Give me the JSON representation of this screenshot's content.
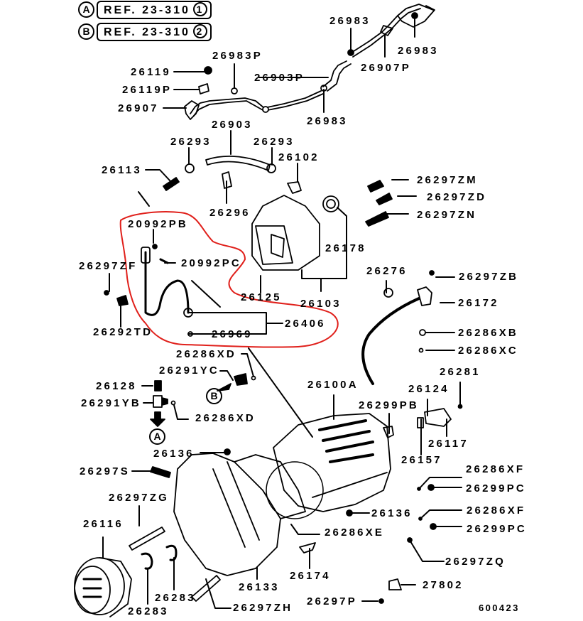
{
  "references": [
    {
      "marker": "A",
      "text": "REF. 23-310",
      "sub": "1"
    },
    {
      "marker": "B",
      "text": "REF. 23-310",
      "sub": "2"
    }
  ],
  "callouts": {
    "A": "A",
    "B": "B"
  },
  "highlight_color": "#e0201b",
  "parts": {
    "p26983_top": "26983",
    "p26983_right": "26983",
    "p26983P": "26983P",
    "p26907P": "26907P",
    "p26119": "26119",
    "p26903P": "26903P",
    "p26119P": "26119P",
    "p26907": "26907",
    "p26983_mid": "26983",
    "p26903": "26903",
    "p26293_a": "26293",
    "p26293_b": "26293",
    "p26102": "26102",
    "p26113": "26113",
    "p26297ZM": "26297ZM",
    "p26297ZD": "26297ZD",
    "p26296": "26296",
    "p26297ZN": "26297ZN",
    "p20992PB": "20992PB",
    "p26178": "26178",
    "p26297ZF": "26297ZF",
    "p20992PC": "20992PC",
    "p26276": "26276",
    "p26297ZB": "26297ZB",
    "p26125": "26125",
    "p26103": "26103",
    "p26172": "26172",
    "p26406": "26406",
    "p26292TD": "26292TD",
    "p26969": "26969",
    "p26286XB": "26286XB",
    "p26286XC": "26286XC",
    "p26286XD_a": "26286XD",
    "p26291YC": "26291YC",
    "p26281": "26281",
    "p26128": "26128",
    "p26100A": "26100A",
    "p26124": "26124",
    "p26291YB": "26291YB",
    "p26299PB": "26299PB",
    "p26286XD_b": "26286XD",
    "p26117": "26117",
    "p26136_a": "26136",
    "p26157": "26157",
    "p26297S": "26297S",
    "p26286XF_a": "26286XF",
    "p26299PC_a": "26299PC",
    "p26297ZG": "26297ZG",
    "p26136_b": "26136",
    "p26286XF_b": "26286XF",
    "p26116": "26116",
    "p26286XE": "26286XE",
    "p26299PC_b": "26299PC",
    "p26297ZQ": "26297ZQ",
    "p26174": "26174",
    "p26283_a": "26283",
    "p26133": "26133",
    "p27802": "27802",
    "p26283_b": "26283",
    "p26297ZH": "26297ZH",
    "p26297P": "26297P"
  },
  "diagram_id": "600423"
}
